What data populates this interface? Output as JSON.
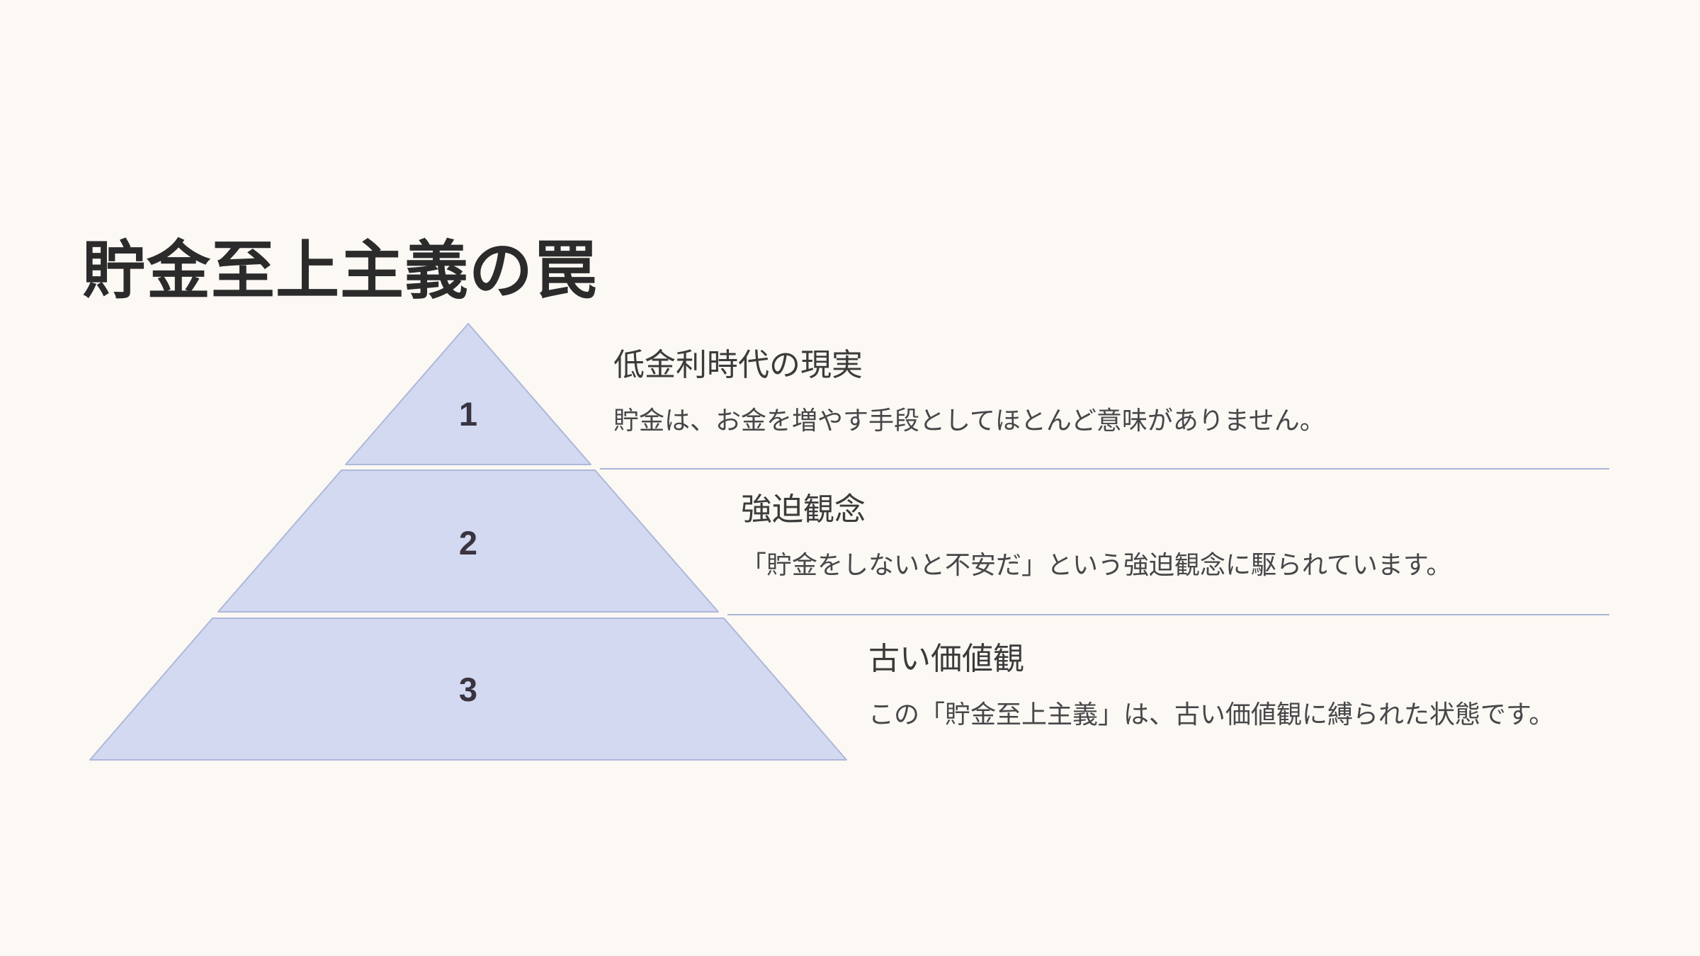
{
  "slide": {
    "title": "貯金至上主義の罠",
    "background_color": "#fcf8f3",
    "pyramid_fill_color": "#d2d9f0",
    "pyramid_border_color": "#aeb8da",
    "divider_color": "#a9b5d8",
    "title_color": "#2b2b2b",
    "number_color": "#3a3440"
  },
  "pyramid": {
    "levels": [
      {
        "number": "1",
        "heading": "低金利時代の現実",
        "body": "貯金は、お金を増やす手段としてほとんど意味がありません。"
      },
      {
        "number": "2",
        "heading": "強迫観念",
        "body": "「貯金をしないと不安だ」という強迫観念に駆られています。"
      },
      {
        "number": "3",
        "heading": "古い価値観",
        "body": "この「貯金至上主義」は、古い価値観に縛られた状態です。"
      }
    ]
  }
}
